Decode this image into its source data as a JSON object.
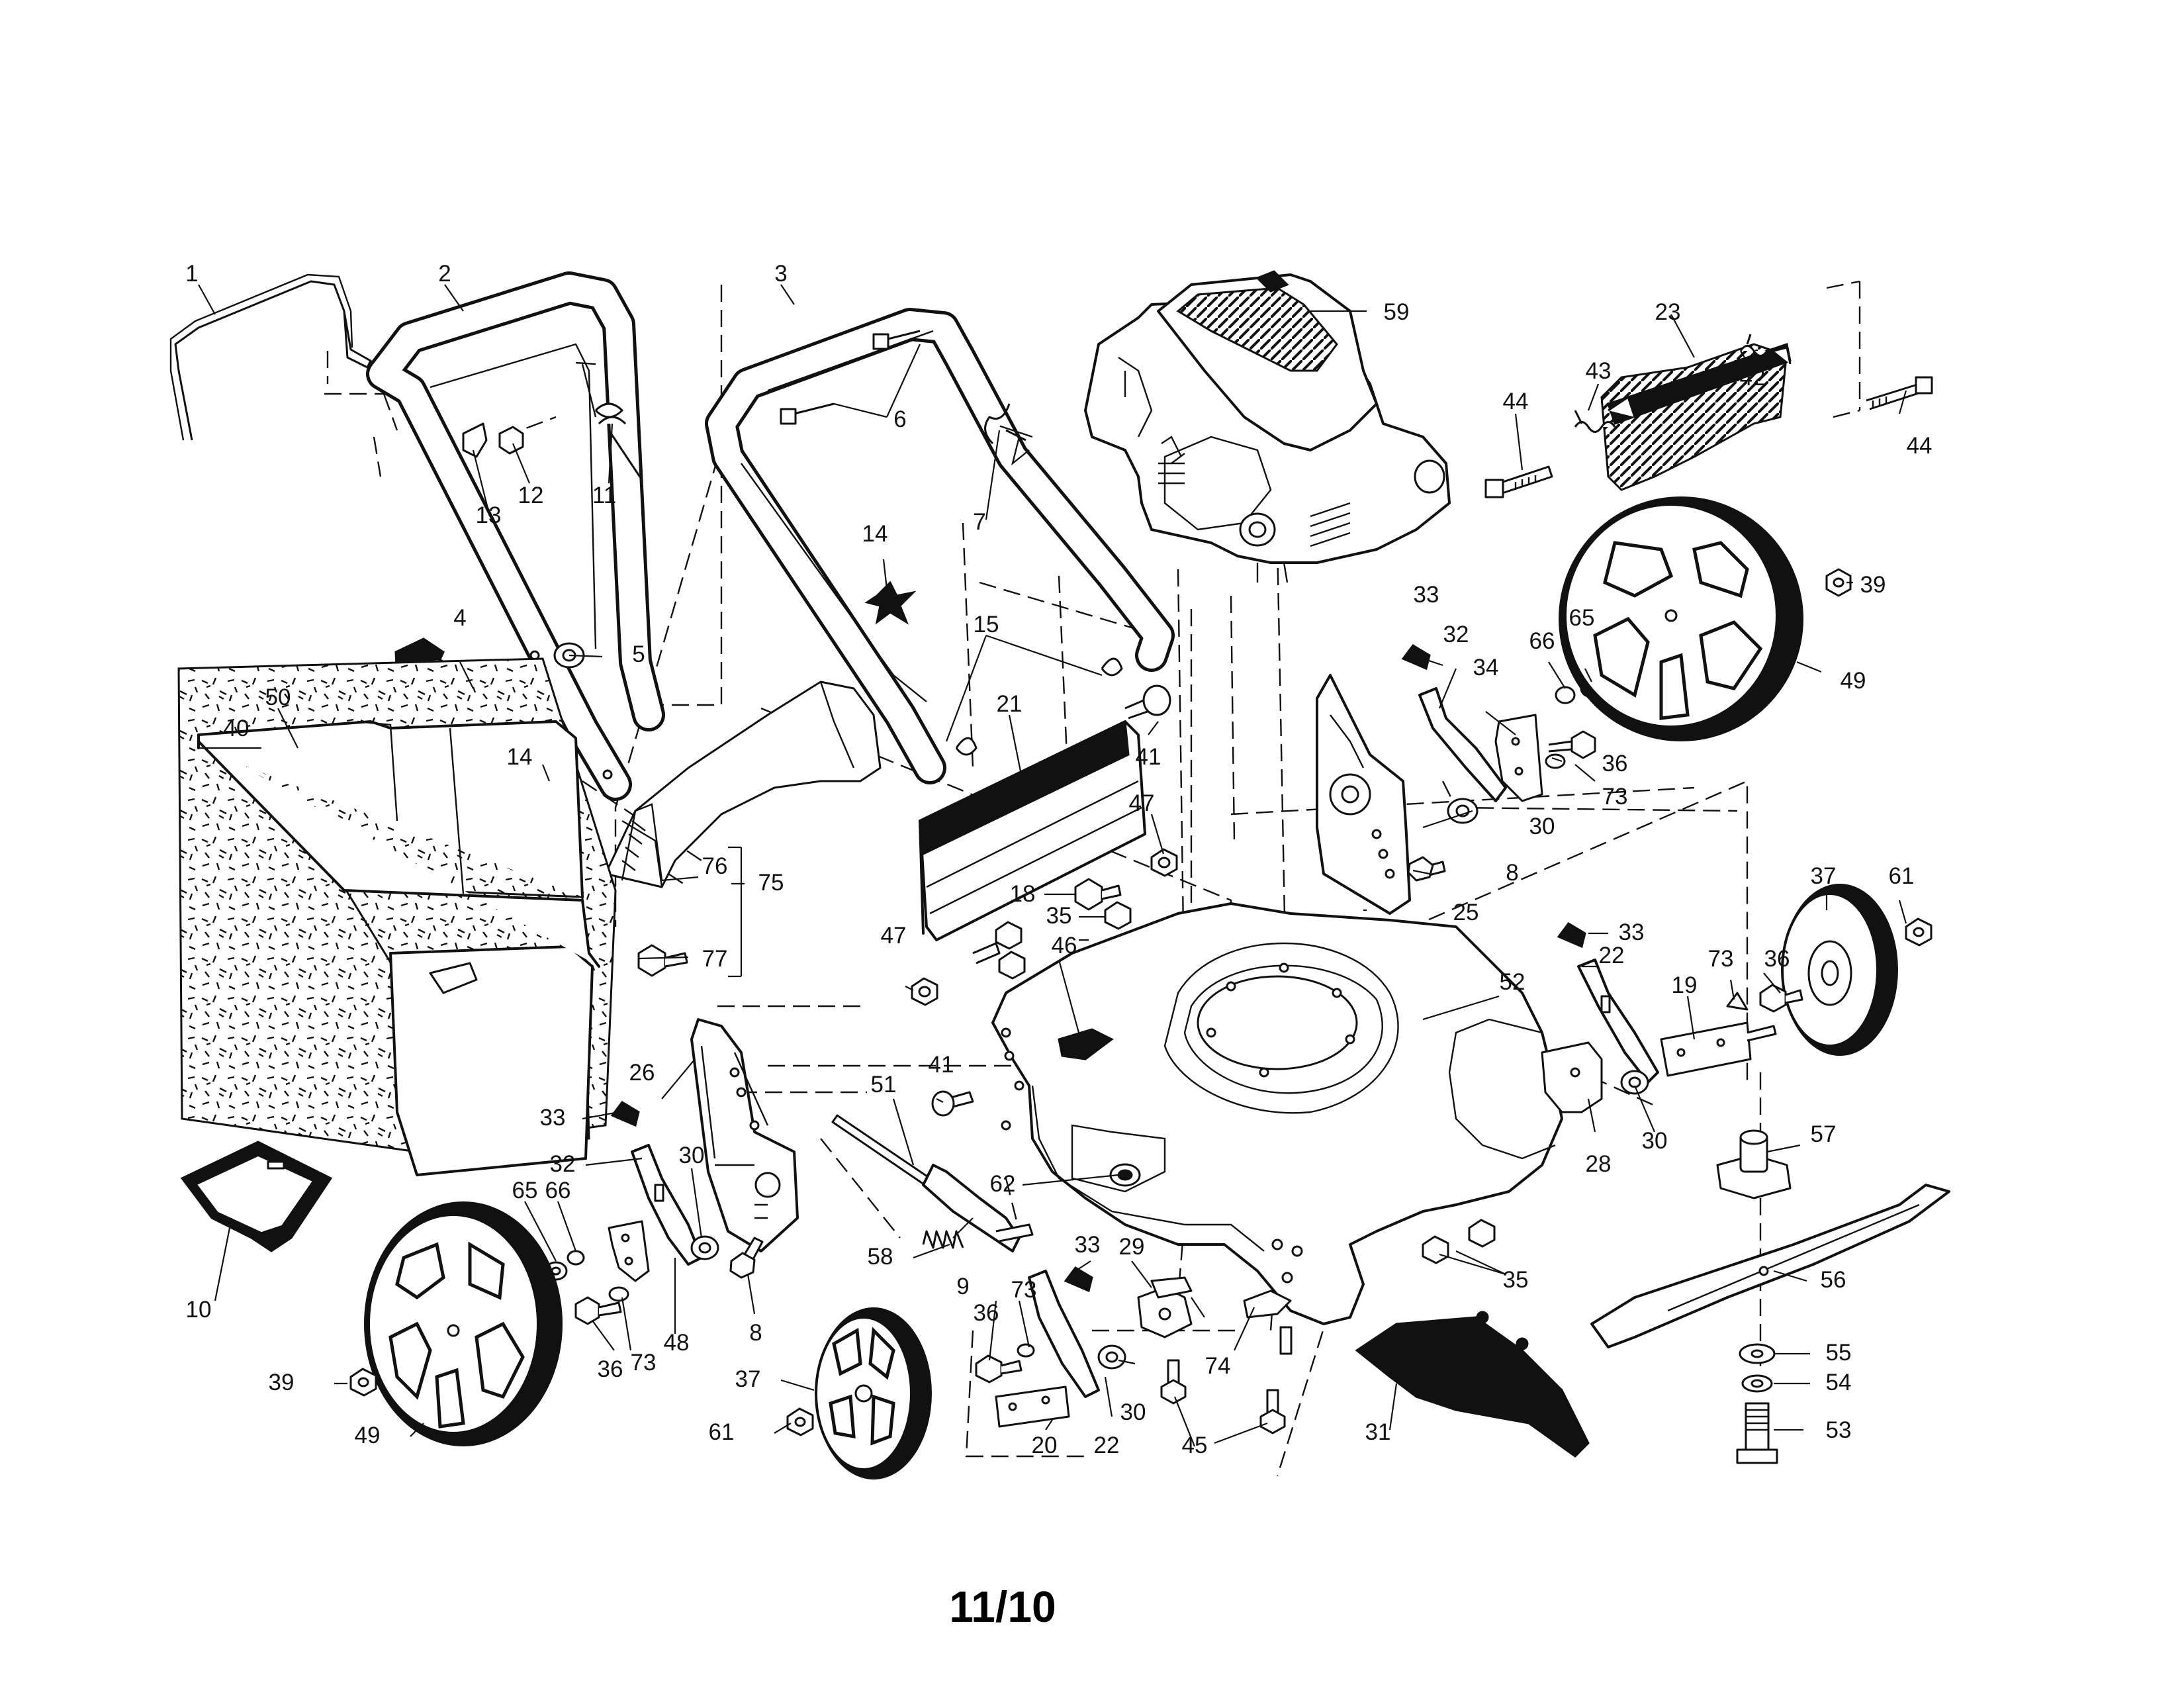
{
  "diagram": {
    "footer_text": "11/10",
    "callouts": [
      {
        "id": "c1",
        "text": "1"
      },
      {
        "id": "c2",
        "text": "2"
      },
      {
        "id": "c3",
        "text": "3"
      },
      {
        "id": "c59",
        "text": "59"
      },
      {
        "id": "c23",
        "text": "23"
      },
      {
        "id": "c43",
        "text": "43"
      },
      {
        "id": "c42",
        "text": "42"
      },
      {
        "id": "c44a",
        "text": "44"
      },
      {
        "id": "c44b",
        "text": "44"
      },
      {
        "id": "c6",
        "text": "6"
      },
      {
        "id": "c13",
        "text": "13"
      },
      {
        "id": "c12",
        "text": "12"
      },
      {
        "id": "c11",
        "text": "11"
      },
      {
        "id": "c7",
        "text": "7"
      },
      {
        "id": "c14a",
        "text": "14"
      },
      {
        "id": "c39a",
        "text": "39"
      },
      {
        "id": "c33a",
        "text": "33"
      },
      {
        "id": "c32a",
        "text": "32"
      },
      {
        "id": "c65a",
        "text": "65"
      },
      {
        "id": "c66a",
        "text": "66"
      },
      {
        "id": "c34",
        "text": "34"
      },
      {
        "id": "c49a",
        "text": "49"
      },
      {
        "id": "c4",
        "text": "4"
      },
      {
        "id": "c5",
        "text": "5"
      },
      {
        "id": "c15",
        "text": "15"
      },
      {
        "id": "c50",
        "text": "50"
      },
      {
        "id": "c40",
        "text": "40"
      },
      {
        "id": "c21",
        "text": "21"
      },
      {
        "id": "c41a",
        "text": "41"
      },
      {
        "id": "c36a",
        "text": "36"
      },
      {
        "id": "c73a",
        "text": "73"
      },
      {
        "id": "c14b",
        "text": "14"
      },
      {
        "id": "c30a",
        "text": "30"
      },
      {
        "id": "c47a",
        "text": "47"
      },
      {
        "id": "c76",
        "text": "76"
      },
      {
        "id": "c75",
        "text": "75"
      },
      {
        "id": "c8a",
        "text": "8"
      },
      {
        "id": "c37a",
        "text": "37"
      },
      {
        "id": "c61a",
        "text": "61"
      },
      {
        "id": "c18",
        "text": "18"
      },
      {
        "id": "c35a",
        "text": "35"
      },
      {
        "id": "c25",
        "text": "25"
      },
      {
        "id": "c77",
        "text": "77"
      },
      {
        "id": "c33b",
        "text": "33"
      },
      {
        "id": "c47b",
        "text": "47"
      },
      {
        "id": "c46",
        "text": "46"
      },
      {
        "id": "c22a",
        "text": "22"
      },
      {
        "id": "c36b",
        "text": "36"
      },
      {
        "id": "c73b",
        "text": "73"
      },
      {
        "id": "c52",
        "text": "52"
      },
      {
        "id": "c19",
        "text": "19"
      },
      {
        "id": "c26",
        "text": "26"
      },
      {
        "id": "c41b",
        "text": "41"
      },
      {
        "id": "c51",
        "text": "51"
      },
      {
        "id": "c30b",
        "text": "30"
      },
      {
        "id": "c28",
        "text": "28"
      },
      {
        "id": "c57",
        "text": "57"
      },
      {
        "id": "c33c",
        "text": "33"
      },
      {
        "id": "c32b",
        "text": "32"
      },
      {
        "id": "c30c",
        "text": "30"
      },
      {
        "id": "c62",
        "text": "62"
      },
      {
        "id": "c65b",
        "text": "65"
      },
      {
        "id": "c66b",
        "text": "66"
      },
      {
        "id": "c58",
        "text": "58"
      },
      {
        "id": "c9",
        "text": "9"
      },
      {
        "id": "c33d",
        "text": "33"
      },
      {
        "id": "c29",
        "text": "29"
      },
      {
        "id": "c35b",
        "text": "35"
      },
      {
        "id": "c56",
        "text": "56"
      },
      {
        "id": "c10",
        "text": "10"
      },
      {
        "id": "c8b",
        "text": "8"
      },
      {
        "id": "c48",
        "text": "48"
      },
      {
        "id": "c73c",
        "text": "73"
      },
      {
        "id": "c36c",
        "text": "36"
      },
      {
        "id": "c73d",
        "text": "73"
      },
      {
        "id": "c36d",
        "text": "36"
      },
      {
        "id": "c74",
        "text": "74"
      },
      {
        "id": "c55",
        "text": "55"
      },
      {
        "id": "c39b",
        "text": "39"
      },
      {
        "id": "c37b",
        "text": "37"
      },
      {
        "id": "c30d",
        "text": "30"
      },
      {
        "id": "c54",
        "text": "54"
      },
      {
        "id": "c49b",
        "text": "49"
      },
      {
        "id": "c61b",
        "text": "61"
      },
      {
        "id": "c20",
        "text": "20"
      },
      {
        "id": "c22b",
        "text": "22"
      },
      {
        "id": "c45",
        "text": "45"
      },
      {
        "id": "c31",
        "text": "31"
      },
      {
        "id": "c53",
        "text": "53"
      }
    ]
  }
}
